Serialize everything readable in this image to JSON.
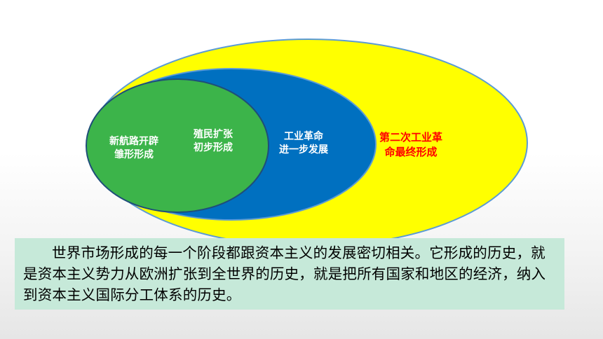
{
  "diagram": {
    "layers": [
      {
        "label": "第二次工业革\n命最终形成",
        "color": "#ffff00",
        "text_color": "#ff0000"
      },
      {
        "label": "工业革命\n进一步发展",
        "color": "#0070c0",
        "text_color": "#ffffff"
      },
      {
        "label": "殖民扩张\n初步形成",
        "color": "#1a4fa0",
        "text_color": "#ffffff"
      },
      {
        "label": "新航路开辟\n雏形形成",
        "color": "#3cb44a",
        "text_color": "#ffffff"
      }
    ],
    "outline_color": "#5b9bd5"
  },
  "paragraph": {
    "text": "世界市场形成的每一个阶段都跟资本主义的发展密切相关。它形成的历史，就是资本主义势力从欧洲扩张到全世界的历史，就是把所有国家和地区的经济，纳入到资本主义国际分工体系的历史。",
    "background": "#c6e9d9"
  }
}
